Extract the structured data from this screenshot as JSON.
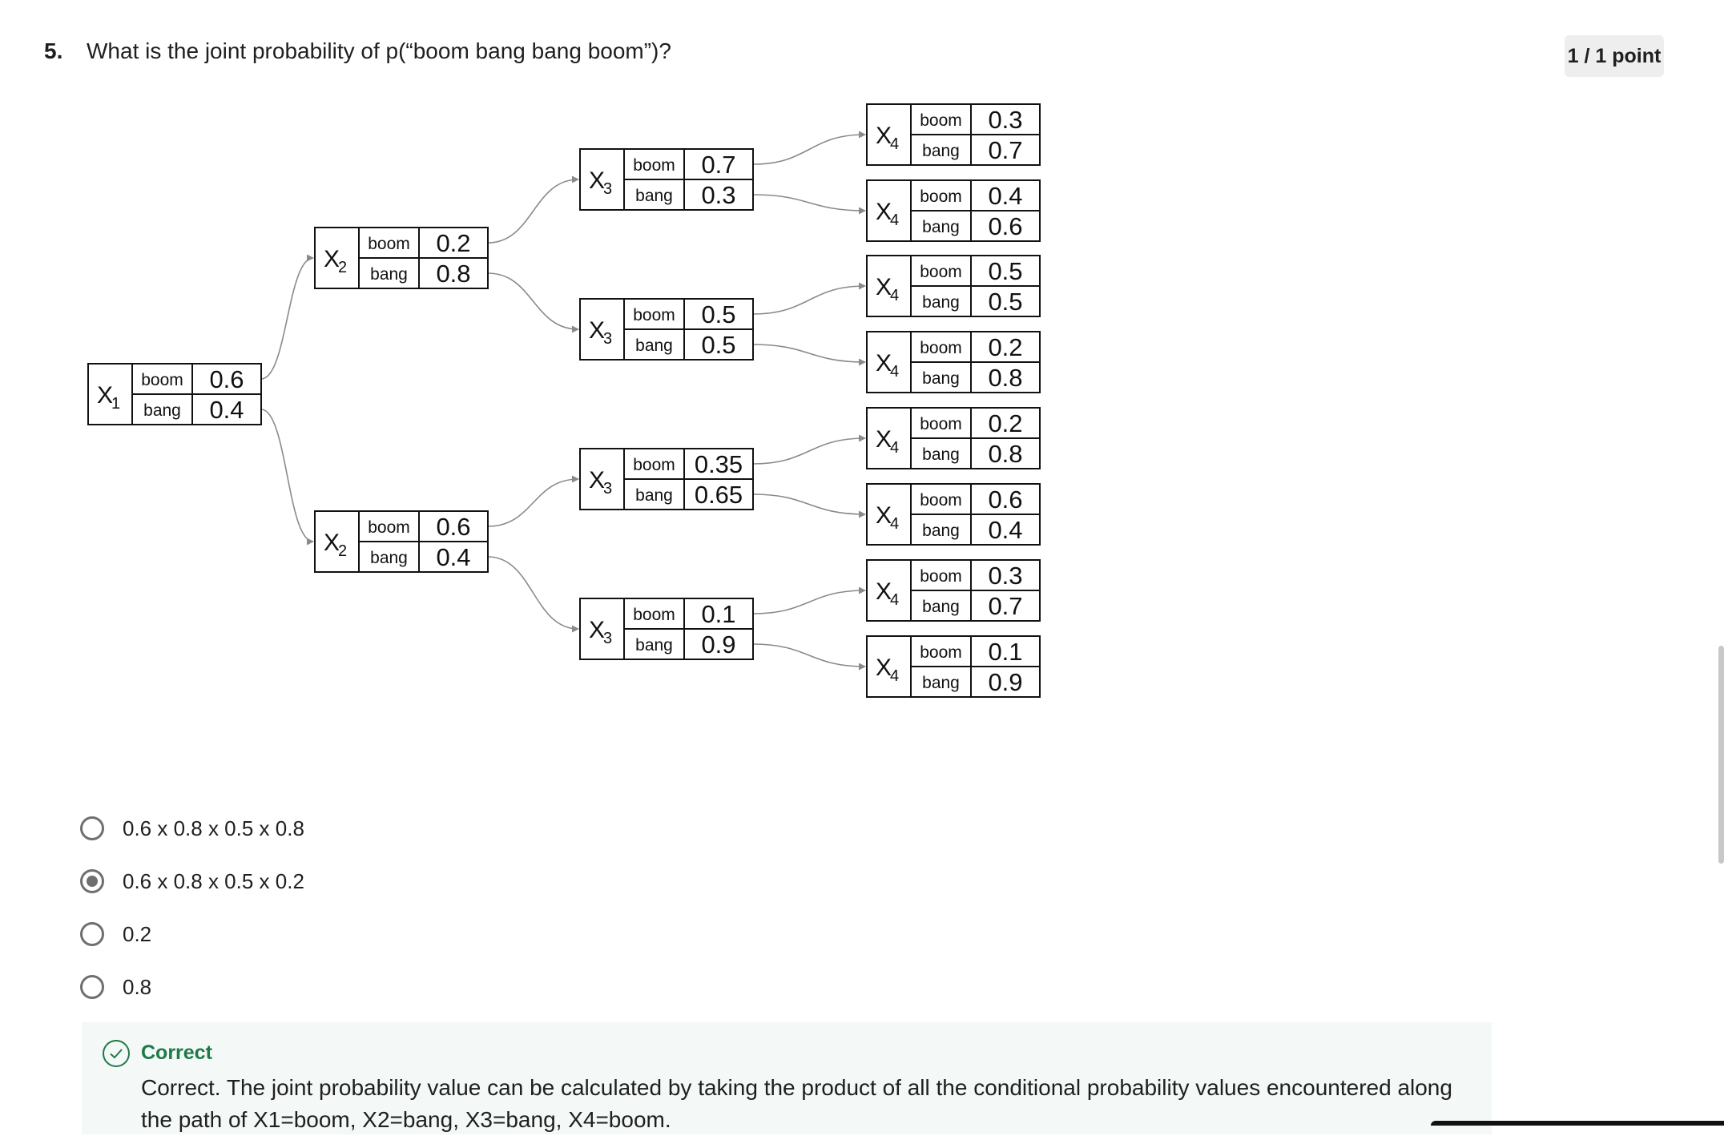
{
  "question": {
    "number": "5.",
    "text": "What is the joint probability of p(“boom bang bang boom”)?",
    "points": "1 / 1 point"
  },
  "diagram": {
    "nodes": [
      {
        "var": "X",
        "sub": "1",
        "rows": [
          {
            "label": "boom",
            "value": "0.6"
          },
          {
            "label": "bang",
            "value": "0.4"
          }
        ]
      },
      {
        "var": "X",
        "sub": "2",
        "rows": [
          {
            "label": "boom",
            "value": "0.2"
          },
          {
            "label": "bang",
            "value": "0.8"
          }
        ]
      },
      {
        "var": "X",
        "sub": "2",
        "rows": [
          {
            "label": "boom",
            "value": "0.6"
          },
          {
            "label": "bang",
            "value": "0.4"
          }
        ]
      },
      {
        "var": "X",
        "sub": "3",
        "rows": [
          {
            "label": "boom",
            "value": "0.7"
          },
          {
            "label": "bang",
            "value": "0.3"
          }
        ]
      },
      {
        "var": "X",
        "sub": "3",
        "rows": [
          {
            "label": "boom",
            "value": "0.5"
          },
          {
            "label": "bang",
            "value": "0.5"
          }
        ]
      },
      {
        "var": "X",
        "sub": "3",
        "rows": [
          {
            "label": "boom",
            "value": "0.35"
          },
          {
            "label": "bang",
            "value": "0.65"
          }
        ]
      },
      {
        "var": "X",
        "sub": "3",
        "rows": [
          {
            "label": "boom",
            "value": "0.1"
          },
          {
            "label": "bang",
            "value": "0.9"
          }
        ]
      },
      {
        "var": "X",
        "sub": "4",
        "rows": [
          {
            "label": "boom",
            "value": "0.3"
          },
          {
            "label": "bang",
            "value": "0.7"
          }
        ]
      },
      {
        "var": "X",
        "sub": "4",
        "rows": [
          {
            "label": "boom",
            "value": "0.4"
          },
          {
            "label": "bang",
            "value": "0.6"
          }
        ]
      },
      {
        "var": "X",
        "sub": "4",
        "rows": [
          {
            "label": "boom",
            "value": "0.5"
          },
          {
            "label": "bang",
            "value": "0.5"
          }
        ]
      },
      {
        "var": "X",
        "sub": "4",
        "rows": [
          {
            "label": "boom",
            "value": "0.2"
          },
          {
            "label": "bang",
            "value": "0.8"
          }
        ]
      },
      {
        "var": "X",
        "sub": "4",
        "rows": [
          {
            "label": "boom",
            "value": "0.2"
          },
          {
            "label": "bang",
            "value": "0.8"
          }
        ]
      },
      {
        "var": "X",
        "sub": "4",
        "rows": [
          {
            "label": "boom",
            "value": "0.6"
          },
          {
            "label": "bang",
            "value": "0.4"
          }
        ]
      },
      {
        "var": "X",
        "sub": "4",
        "rows": [
          {
            "label": "boom",
            "value": "0.3"
          },
          {
            "label": "bang",
            "value": "0.7"
          }
        ]
      },
      {
        "var": "X",
        "sub": "4",
        "rows": [
          {
            "label": "boom",
            "value": "0.1"
          },
          {
            "label": "bang",
            "value": "0.9"
          }
        ]
      }
    ],
    "edges": [
      [
        0,
        0,
        1
      ],
      [
        0,
        1,
        2
      ],
      [
        1,
        0,
        3
      ],
      [
        1,
        1,
        4
      ],
      [
        2,
        0,
        5
      ],
      [
        2,
        1,
        6
      ],
      [
        3,
        0,
        7
      ],
      [
        3,
        1,
        8
      ],
      [
        4,
        0,
        9
      ],
      [
        4,
        1,
        10
      ],
      [
        5,
        0,
        11
      ],
      [
        5,
        1,
        12
      ],
      [
        6,
        0,
        13
      ],
      [
        6,
        1,
        14
      ]
    ]
  },
  "options": [
    {
      "label": "0.6 x 0.8 x 0.5 x 0.8",
      "selected": false
    },
    {
      "label": "0.6 x 0.8 x 0.5 x 0.2",
      "selected": true
    },
    {
      "label": "0.2",
      "selected": false
    },
    {
      "label": "0.8",
      "selected": false
    }
  ],
  "feedback": {
    "title": "Correct",
    "text": "Correct. The joint probability value can be calculated by taking the product of all the conditional probability values encountered along the path of X1=boom, X2=bang, X3=bang, X4=boom."
  },
  "colors": {
    "correct": "#1e7a48",
    "edge": "#8a8a8a",
    "radio": "#6f6f6f"
  }
}
